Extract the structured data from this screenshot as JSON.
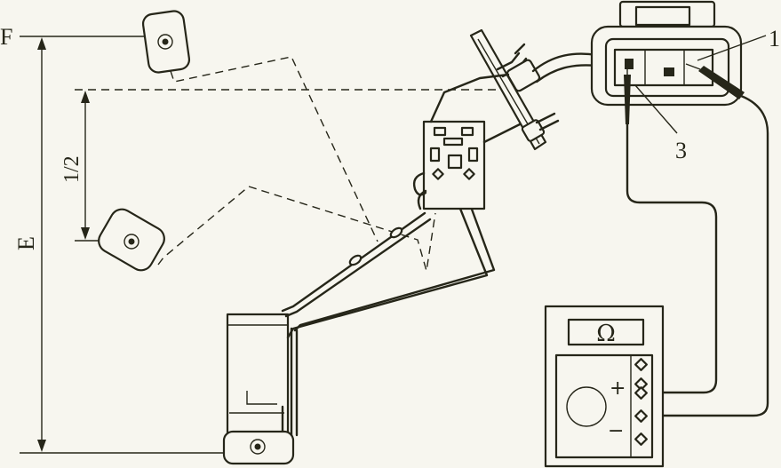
{
  "labels": {
    "full_level": "F",
    "empty_level": "E",
    "half_level": "1/2",
    "callout_1": "1",
    "callout_3": "3",
    "meter_unit": "Ω",
    "meter_plus": "+",
    "meter_minus": "−"
  }
}
